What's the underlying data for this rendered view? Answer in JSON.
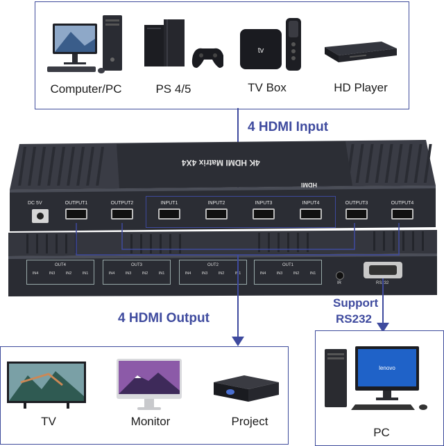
{
  "colors": {
    "accent": "#3e4a9e",
    "device": "#2f3139",
    "device_dark": "#22242b",
    "device_light": "#4a4d57"
  },
  "sources": [
    {
      "label": "Computer/PC",
      "icon": "computer-icon"
    },
    {
      "label": "PS 4/5",
      "icon": "game-console-icon"
    },
    {
      "label": "TV Box",
      "icon": "tv-box-icon"
    },
    {
      "label": "HD Player",
      "icon": "hd-player-icon"
    }
  ],
  "input_caption": "4 HDMI Input",
  "output_caption": "4 HDMI Output",
  "rs232_caption": {
    "line1": "Support",
    "line2": "RS232"
  },
  "device": {
    "brand": "HDMI",
    "title": "4K HDMI Matrix 4X4",
    "front": {
      "power_label": "DC 5V",
      "ports": [
        "OUTPUT1",
        "OUTPUT2",
        "INPUT1",
        "INPUT2",
        "INPUT3",
        "INPUT4",
        "OUTPUT3",
        "OUTPUT4"
      ]
    },
    "back": {
      "groups": [
        {
          "name": "OUT4",
          "buttons": [
            "IN4",
            "IN3",
            "IN2",
            "IN1"
          ]
        },
        {
          "name": "OUT3",
          "buttons": [
            "IN4",
            "IN3",
            "IN2",
            "IN1"
          ]
        },
        {
          "name": "OUT2",
          "buttons": [
            "IN4",
            "IN3",
            "IN2",
            "IN1"
          ]
        },
        {
          "name": "OUT1",
          "buttons": [
            "IN4",
            "IN3",
            "IN2",
            "IN1"
          ]
        }
      ],
      "ir_label": "IR",
      "rs232_label": "RS232"
    }
  },
  "displays": [
    {
      "label": "TV",
      "icon": "tv-icon"
    },
    {
      "label": "Monitor",
      "icon": "monitor-icon"
    },
    {
      "label": "Project",
      "icon": "projector-icon"
    }
  ],
  "pc": {
    "label": "PC",
    "icon": "desktop-pc-icon"
  }
}
